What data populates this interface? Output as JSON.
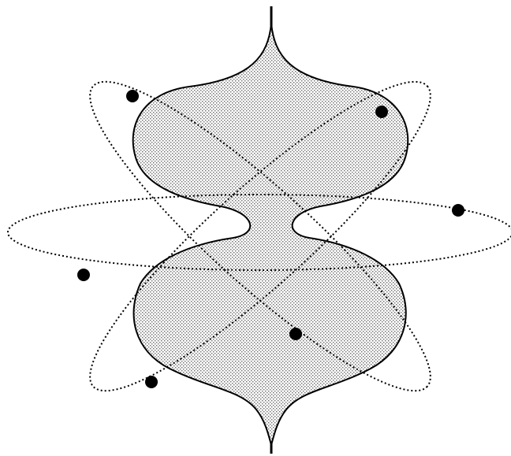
{
  "diagram": {
    "colors": {
      "background": "#ffffff",
      "ink": "#000000",
      "stipple": "#6a6a6a"
    },
    "parts": [
      "central-axis",
      "dotted-cloud-body",
      "dotted-orbit",
      "electron"
    ],
    "orbit_count": 3,
    "electron_count": 6
  }
}
